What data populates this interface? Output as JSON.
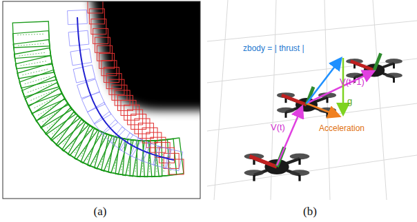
{
  "diagram": {
    "labels": [
      "(a)",
      "(b)",
      "zbody = | thrust |",
      "g",
      "V(t)",
      "V(t+1)",
      "Acceleration"
    ]
  }
}
